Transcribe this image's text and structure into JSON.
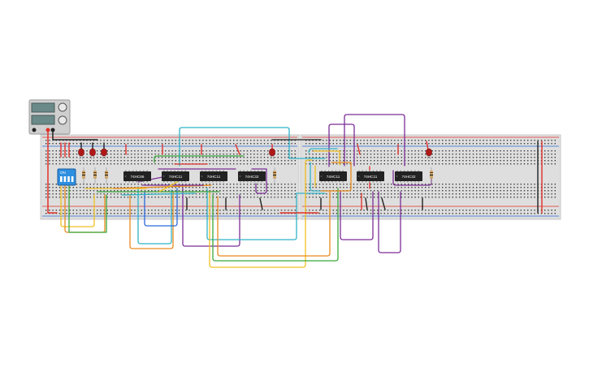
{
  "colors": {
    "board": "#dedede",
    "board_edge": "#c8c8c8",
    "hole": "#3a3a3a",
    "rail_red": "#e0302a",
    "rail_blue": "#2a6ad8",
    "chip": "#222222",
    "chip_text": "#ffffff",
    "led": "#b01818",
    "resistor": "#c9a46b",
    "dip": "#2d8fe0",
    "psu_body": "#cfcfcf",
    "psu_screen": "#6a8a8a"
  },
  "chips": [
    {
      "label": "74HC86"
    },
    {
      "label": "74HC11"
    },
    {
      "label": "74HC11"
    },
    {
      "label": "74HC32"
    },
    {
      "label": "74HC11"
    },
    {
      "label": "74HC11"
    },
    {
      "label": "74HC32"
    }
  ],
  "dip_switch": {
    "label": "ON"
  },
  "power_supply": {
    "icon": "power-supply-icon"
  },
  "wire_colors": [
    "#2fb3c6",
    "#f0c020",
    "#e98a1c",
    "#3aa83a",
    "#7b2e96",
    "#222222",
    "#e0302a",
    "#2a6ad8"
  ]
}
